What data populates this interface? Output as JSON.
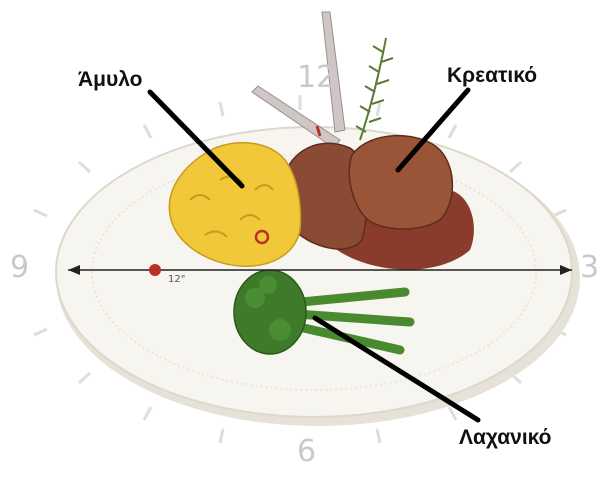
{
  "labels": {
    "starch": "Άμυλο",
    "meat": "Κρεατικό",
    "vegetable": "Λαχανικό"
  },
  "clock": {
    "twelve": "12",
    "three": "3",
    "six": "6",
    "nine": "9"
  },
  "plate": {
    "diameter_label": "12\""
  },
  "colors": {
    "plate": "#f7f5ef",
    "starch": "#f0c83a",
    "meat": "#8a4a34",
    "vegetable": "#3e7a2a",
    "marker": "#b83224"
  }
}
